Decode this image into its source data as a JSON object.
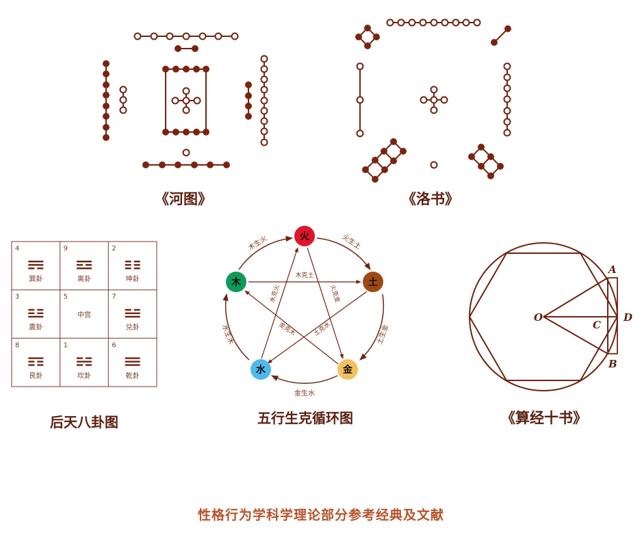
{
  "hetu": {
    "caption": "《河图》"
  },
  "luoshu": {
    "caption": "《洛书》"
  },
  "bagua": {
    "caption": "后天八卦图",
    "cells": [
      {
        "num": "4",
        "name": "巽卦"
      },
      {
        "num": "9",
        "name": "离卦"
      },
      {
        "num": "2",
        "name": "坤卦"
      },
      {
        "num": "3",
        "name": "震卦"
      },
      {
        "num": "5",
        "name": "中宫"
      },
      {
        "num": "7",
        "name": "兑卦"
      },
      {
        "num": "8",
        "name": "艮卦"
      },
      {
        "num": "1",
        "name": "坎卦"
      },
      {
        "num": "6",
        "name": "乾卦"
      }
    ]
  },
  "wuxing": {
    "caption": "五行生克循环图",
    "elements": [
      {
        "label": "火",
        "color": "#e0142c"
      },
      {
        "label": "土",
        "color": "#9c4a12"
      },
      {
        "label": "金",
        "color": "#f4c160"
      },
      {
        "label": "水",
        "color": "#4fb8ec"
      },
      {
        "label": "木",
        "color": "#109a5a"
      }
    ],
    "generate": [
      "火生土",
      "土生金",
      "金生水",
      "水生木",
      "木生火"
    ],
    "overcome": [
      "木克土",
      "土克水",
      "水克火",
      "火克金",
      "金克木"
    ]
  },
  "suanjing": {
    "caption": "《算经十书》",
    "points": {
      "A": "A",
      "B": "B",
      "C": "C",
      "D": "D",
      "O": "O"
    }
  },
  "footer": "性格行为学科学理论部分参考经典及文献"
}
